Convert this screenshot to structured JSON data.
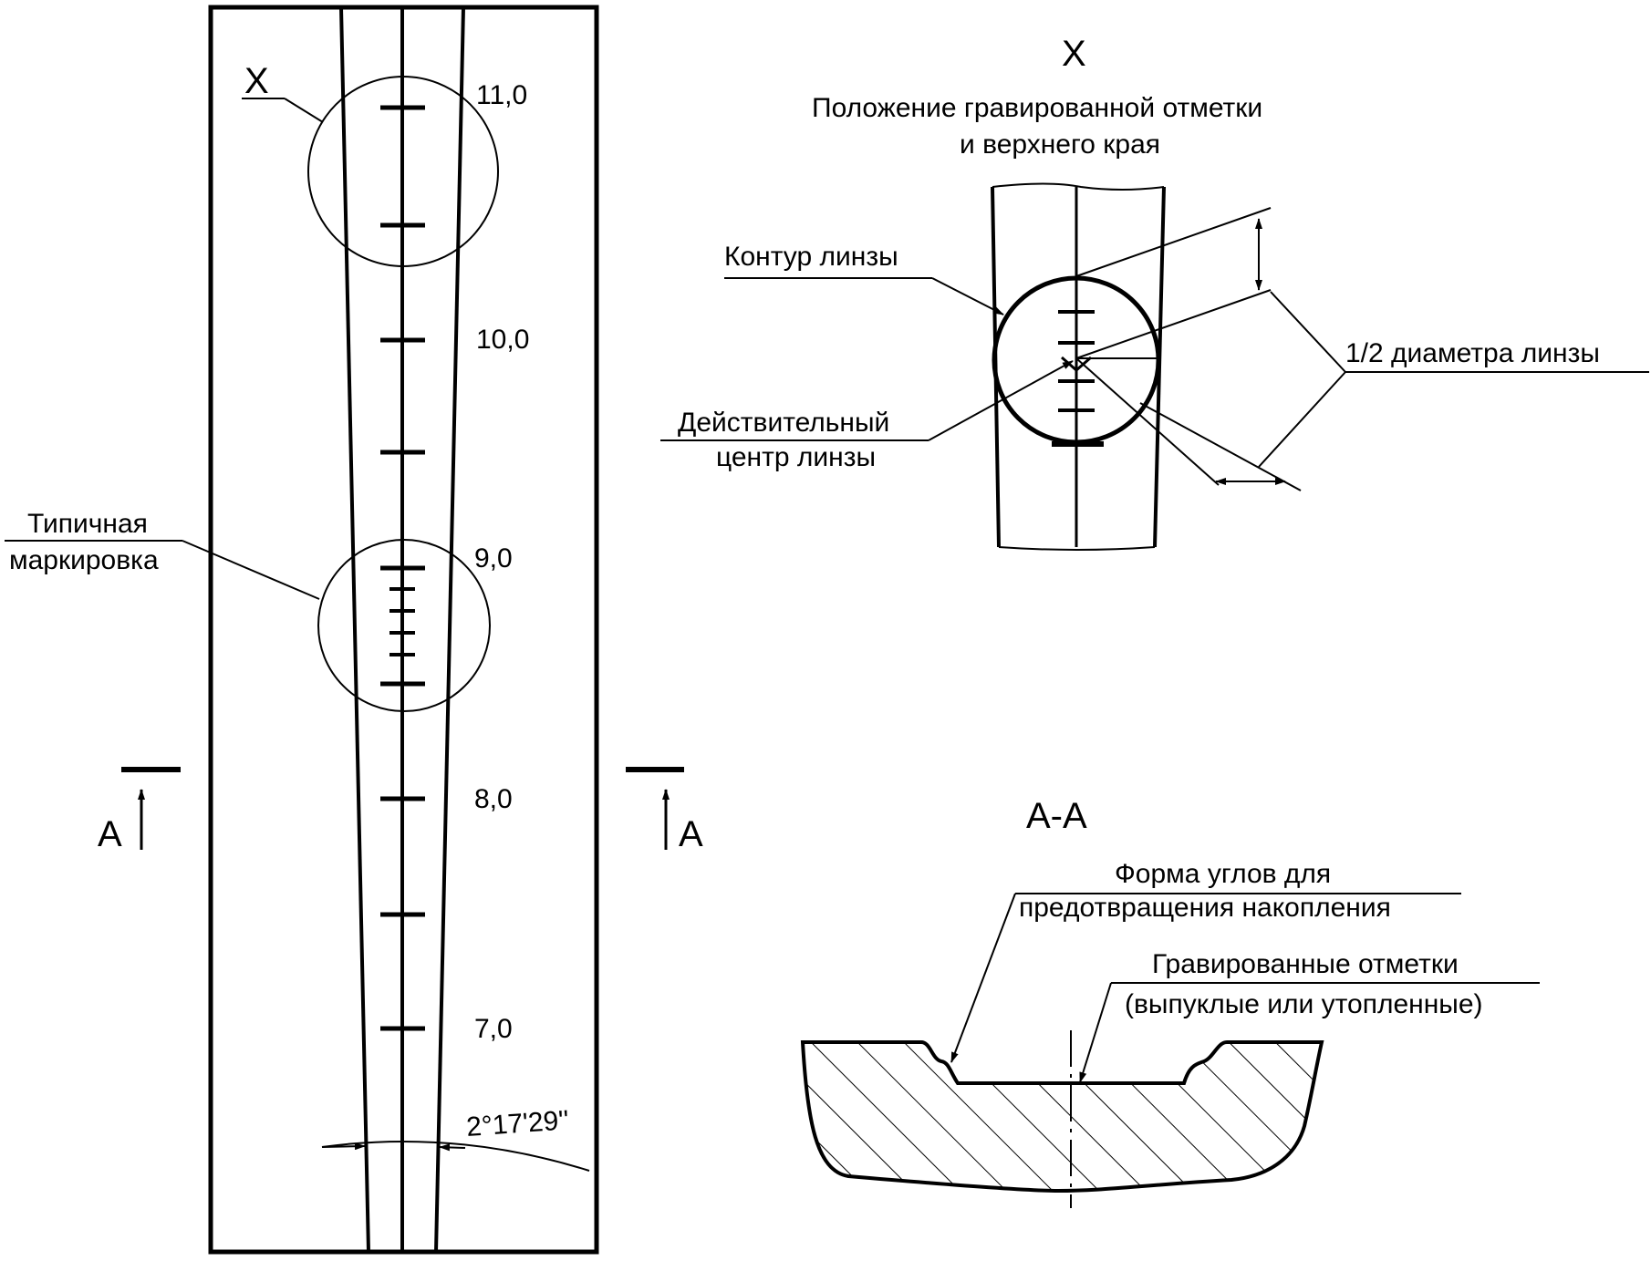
{
  "scale_view": {
    "detail_marker": "X",
    "scale_values": [
      "11,0",
      "10,0",
      "9,0",
      "8,0",
      "7,0"
    ],
    "typical_marking_line1": "Типичная",
    "typical_marking_line2": "маркировка",
    "section_letter_left": "А",
    "section_letter_right": "А",
    "taper_angle": "2°17'29''"
  },
  "detail_view": {
    "title": "Х",
    "subtitle_line1": "Положение гравированной отметки",
    "subtitle_line2": "и верхнего края",
    "lens_contour_label": "Контур линзы",
    "half_diameter_label": "1/2 диаметра линзы",
    "actual_center_line1": "Действительный",
    "actual_center_line2": "центр линзы"
  },
  "section_view": {
    "title": "А-А",
    "corner_shape_line1": "Форма углов для",
    "corner_shape_line2": "предотвращения накопления",
    "engraved_marks_line1": "Гравированные отметки",
    "engraved_marks_line2": "(выпуклые или утопленные)"
  }
}
